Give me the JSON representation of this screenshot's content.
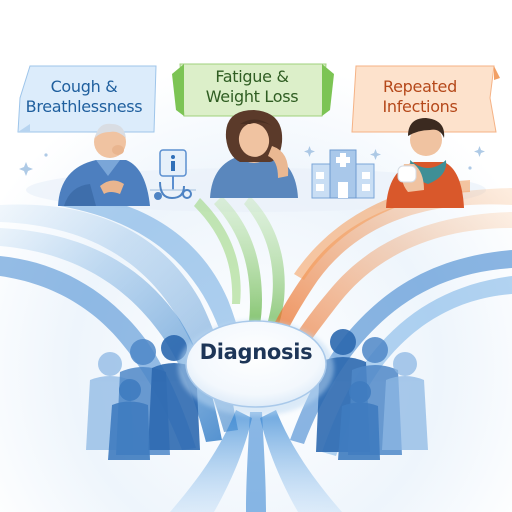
{
  "symptoms": [
    {
      "line1": "Cough &",
      "line2": "Breathlessness",
      "color": "#3b82c4"
    },
    {
      "line1": "Fatigue &",
      "line2": "Weight Loss",
      "color": "#6cbf4a"
    },
    {
      "line1": "Repeated",
      "line2": "Infections",
      "color": "#f07b2c"
    }
  ],
  "center": {
    "label": "Diagnosis"
  },
  "icons": [
    "info-icon",
    "hospital-icon",
    "stethoscope-icon",
    "sparkle-icon"
  ]
}
